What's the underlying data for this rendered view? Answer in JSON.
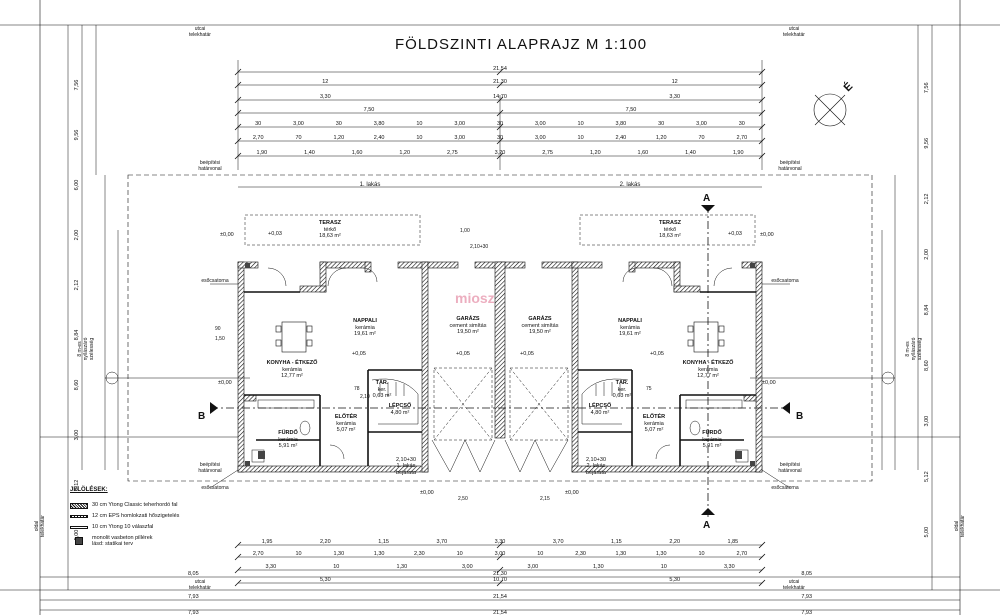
{
  "title": "FÖLDSZINTI ALAPRAJZ  M 1:100",
  "edge_labels": {
    "street_left": "utcai\ntelekhatár",
    "street_right": "utcai\ntelekhatár",
    "side_left": "oldal\ntelekhatár",
    "side_right": "oldal\ntelekhatár",
    "build_line": "beépítési\nhatárvonal",
    "gutter": "esőcsatorna",
    "neighbor_dist": "8 m-es\nnyílászáró\nszélesség"
  },
  "units": [
    "1. lakás",
    "2. lakás"
  ],
  "levels": [
    "±0,00",
    "+0,03",
    "+0,05"
  ],
  "rooms": {
    "terrace": {
      "name": "TERASZ",
      "mat": "térkő",
      "area": "18,63 m²"
    },
    "living": {
      "name": "NAPPALI",
      "mat": "kerámia",
      "area": "19,61 m²"
    },
    "kitchen": {
      "name": "KONYHA - ÉTKEZŐ",
      "mat": "kerámia",
      "area": "12,77 m²"
    },
    "garage": {
      "name": "GARÁZS",
      "mat": "cement simítás",
      "area": "19,50 m²"
    },
    "storage": {
      "name": "TÁR.",
      "mat": "ker.",
      "area": "0,63 m²"
    },
    "stairs": {
      "name": "LÉPCSŐ",
      "mat": "",
      "area": "4,80 m²"
    },
    "hall": {
      "name": "ELŐTÉR",
      "mat": "kerámia",
      "area": "5,07 m²"
    },
    "bath": {
      "name": "FÜRDŐ",
      "mat": "kerámia",
      "area": "5,91 m²"
    },
    "entry_left": {
      "name": "1. lakás\nbejárata",
      "mat": "2,10+30"
    },
    "entry_right": {
      "name": "2. lakás\nbejárata",
      "mat": "2,10+30"
    }
  },
  "section_marks": [
    "A",
    "A",
    "B",
    "B"
  ],
  "legend": {
    "heading": "JELÖLÉSEK:",
    "items": [
      "30 cm Ytong Classic teherhordó fal",
      "12 cm EPS homlokzati hőszigetelés",
      "10 cm Ytong 10 válaszfal",
      "monolit vasbeton pillérek\nlásd: statikai terv"
    ]
  },
  "dims_top": {
    "r1": [
      "21,54"
    ],
    "r2": [
      "12",
      "21,30",
      "12"
    ],
    "r3": [
      "3,30",
      "14,70",
      "3,30"
    ],
    "r4": [
      "7,50",
      "7,50"
    ],
    "r5": [
      "30",
      "3,00",
      "30",
      "3,80",
      "10",
      "3,00",
      "30",
      "3,00",
      "10",
      "3,80",
      "30",
      "3,00",
      "30"
    ],
    "r6": [
      "2,70",
      "70",
      "1,20",
      "2,40",
      "10",
      "3,00",
      "30",
      "3,00",
      "10",
      "2,40",
      "1,20",
      "70",
      "2,70"
    ],
    "r7": [
      "1,90",
      "1,40",
      "1,60",
      "1,20",
      "2,75",
      "3,20",
      "2,75",
      "1,20",
      "1,60",
      "1,40",
      "1,90"
    ]
  },
  "dims_bottom": {
    "r1": [
      "1,95",
      "2,20",
      "1,15",
      "3,70",
      "3,30",
      "3,70",
      "1,15",
      "2,20",
      "1,85"
    ],
    "r2": [
      "2,70",
      "10",
      "1,30",
      "1,30",
      "2,30",
      "10",
      "3,00",
      "10",
      "2,30",
      "1,30",
      "1,30",
      "10",
      "2,70"
    ],
    "r3": [
      "3,30",
      "10",
      "1,30",
      "3,00",
      "3,00",
      "1,30",
      "10",
      "3,30"
    ],
    "r4": [
      "5,30",
      "10,70",
      "5,30"
    ],
    "r5": [
      "8,05",
      "21,30",
      "8,05"
    ],
    "r6": [
      "7,93",
      "21,54",
      "7,93"
    ]
  },
  "dims_left": [
    "7,56",
    "9,56",
    "6,00",
    "2,00",
    "2,12",
    "8,84",
    "8,60",
    "3,00",
    "5,12",
    "5,00"
  ],
  "dims_right": [
    "7,56",
    "9,56",
    "2,12",
    "2,00",
    "8,84",
    "8,60",
    "3,00",
    "5,12",
    "5,00"
  ],
  "misc_dims": [
    "1,00",
    "2,10+30",
    "2,50",
    "2,15",
    "90",
    "1,50",
    "78",
    "75",
    "2,10"
  ],
  "watermark": "miosz",
  "north_label": "É"
}
